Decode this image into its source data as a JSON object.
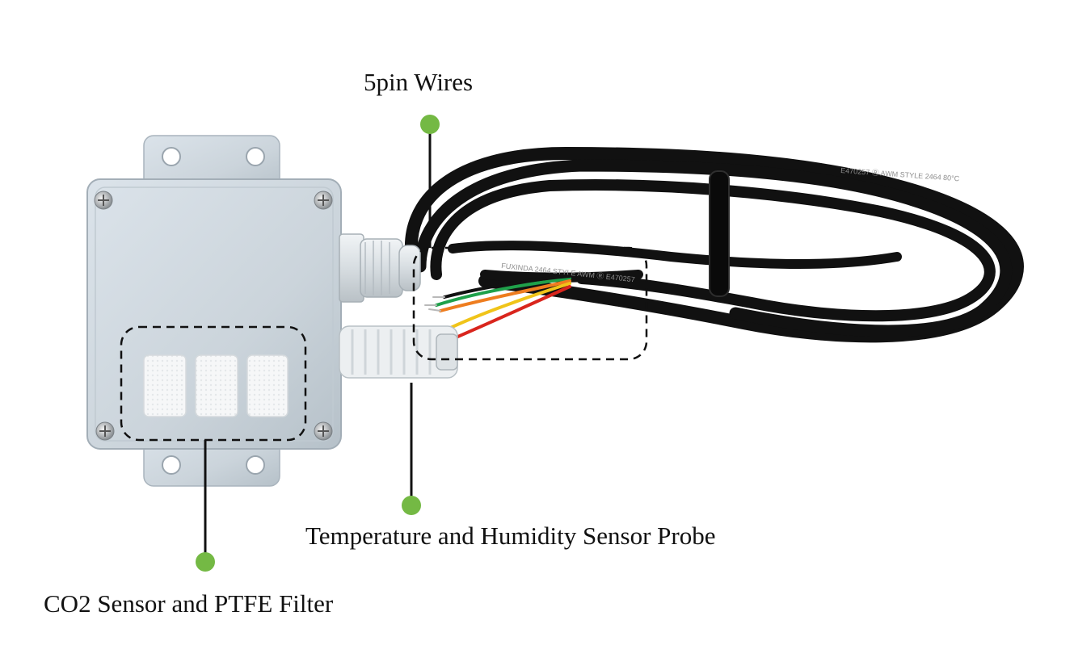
{
  "labels": {
    "wires": "5pin Wires",
    "probe": "Temperature and Humidity Sensor Probe",
    "co2": "CO2 Sensor and PTFE Filter"
  },
  "cable_print": {
    "upper": "E470257  Ⓡ  AWM  STYLE  2464  80°C",
    "lower": "FUXINDA  2464  STYLE  AWM  Ⓡ  E470257"
  },
  "colors": {
    "background": "#ffffff",
    "enclosure": "#cdd6dd",
    "enclosure_shadow": "#a9b4bd",
    "cable": "#111111",
    "callout_dot": "#74b944",
    "callout_line": "#111111",
    "dashed_box": "#111111",
    "wire_red": "#d9251d",
    "wire_yellow": "#f0c419",
    "wire_green": "#1fa04a",
    "wire_orange": "#ee7d1f"
  },
  "icons": {
    "callout": "green-dot-icon",
    "screw": "screw-icon"
  }
}
